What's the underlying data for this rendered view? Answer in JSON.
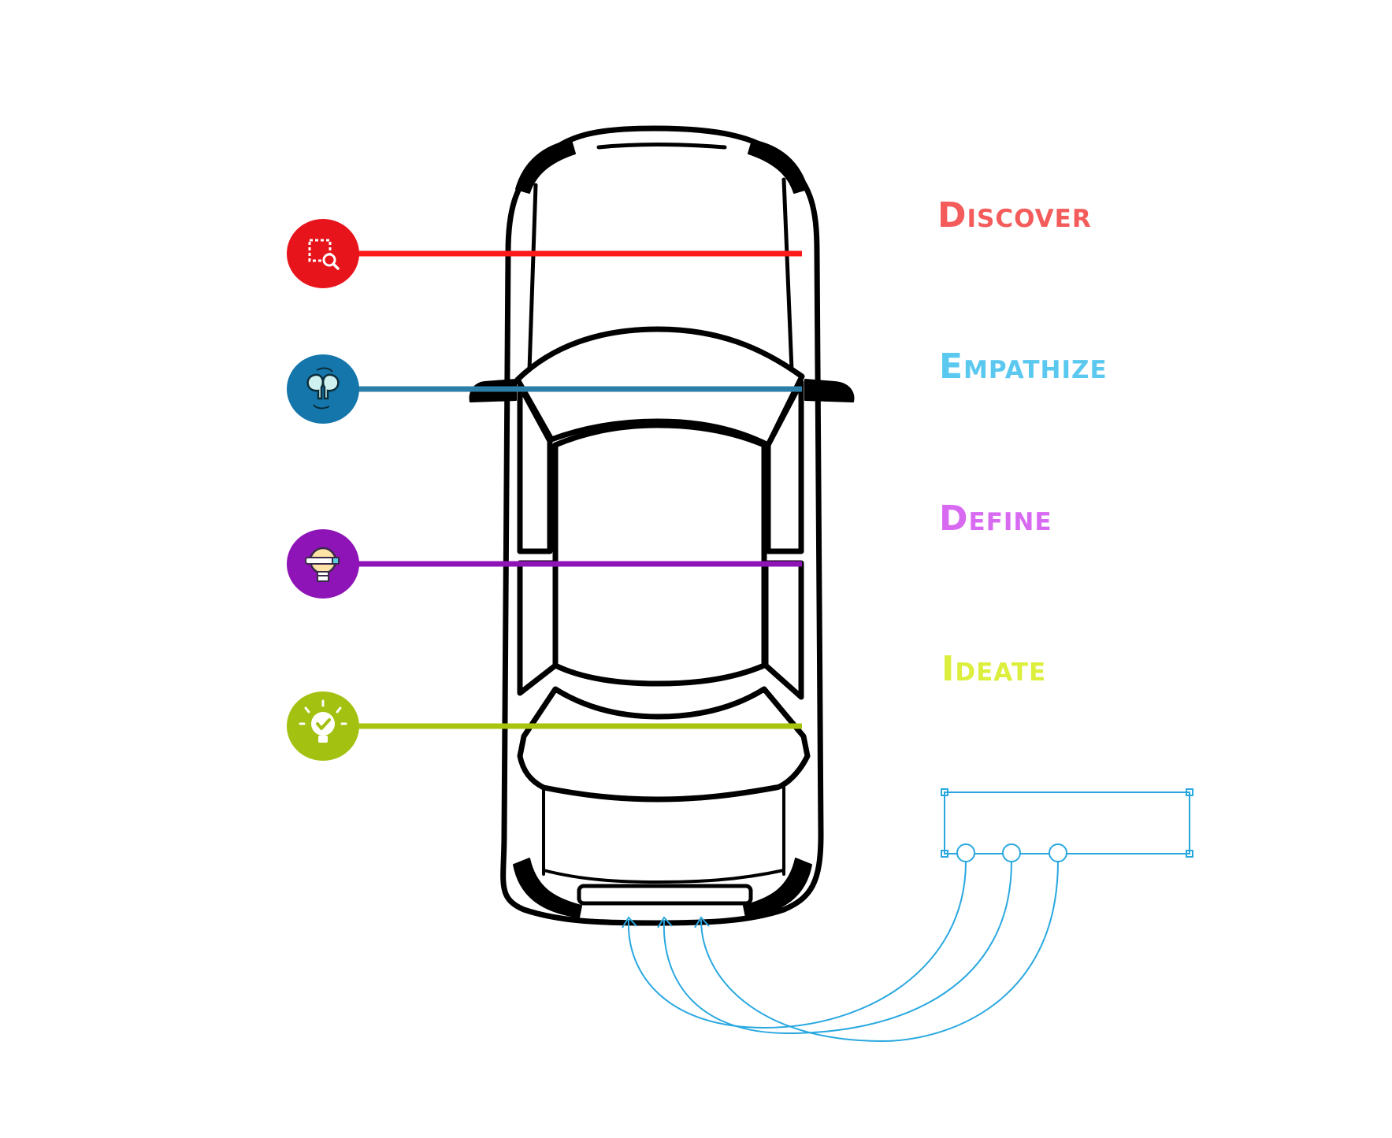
{
  "stages": [
    {
      "label": "Discover",
      "color": "#f45b5b",
      "line_color": "#ff1a1a",
      "icon_color": "#e8141c",
      "icon": "search-area-icon"
    },
    {
      "label": "Empathize",
      "color": "#5bc8f0",
      "line_color": "#2a7ea8",
      "icon_color": "#1576ab",
      "icon": "empathy-heads-icon"
    },
    {
      "label": "Define",
      "color": "#d86af2",
      "line_color": "#8e14b8",
      "icon_color": "#8e14b8",
      "icon": "idea-pen-icon"
    },
    {
      "label": "Ideate",
      "color": "#dcef3c",
      "line_color": "#a8c40f",
      "icon_color": "#a3c110",
      "icon": "approved-idea-icon"
    }
  ],
  "connector_color": "#29a8e0",
  "car_outline_color": "#000000"
}
